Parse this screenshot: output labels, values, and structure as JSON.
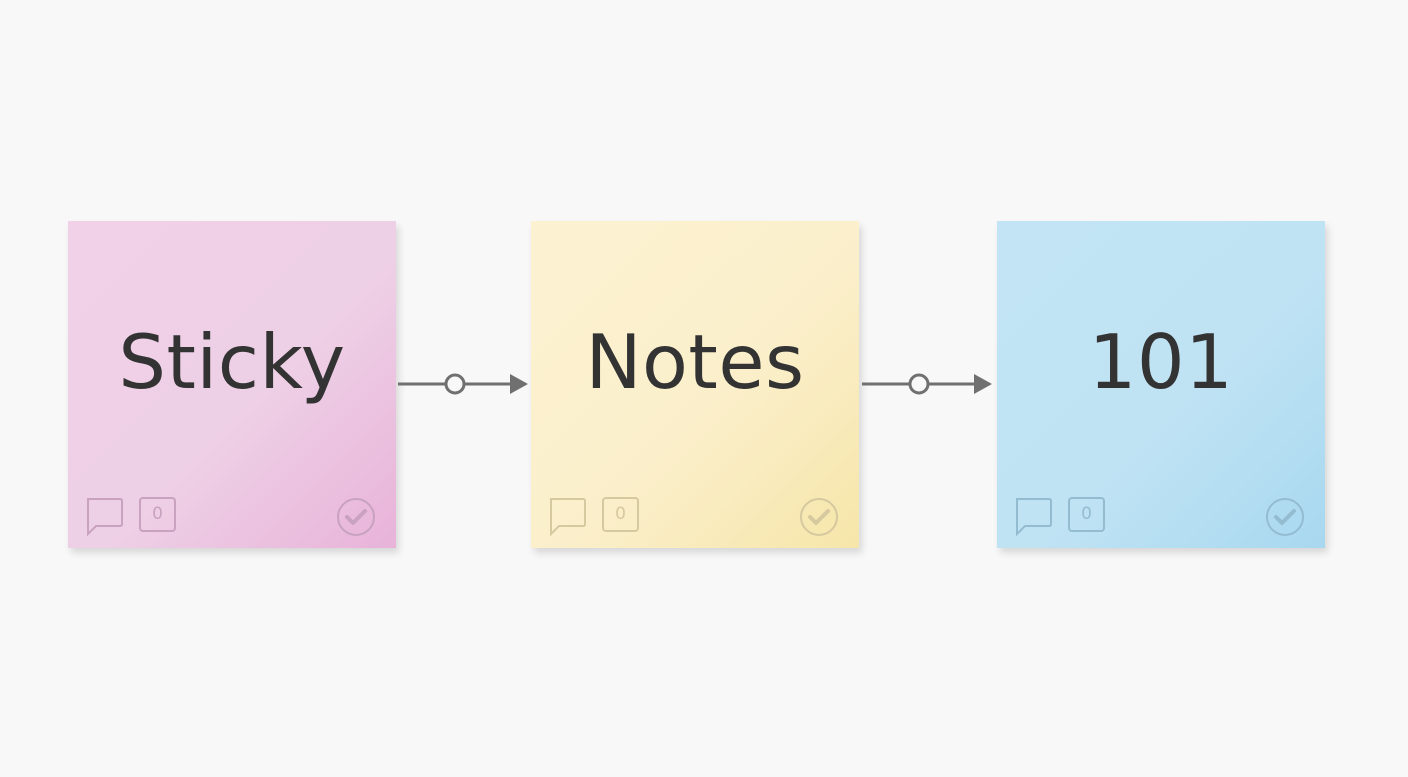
{
  "board": {
    "background": "#f8f8f8",
    "notes": [
      {
        "text": "Sticky",
        "count": "0",
        "color_top": "#f0d1e8",
        "color_bottom": "#e8b3d9",
        "icon_color": "#c8a2bf",
        "icons": [
          "comment-icon",
          "count-badge",
          "check-circle-icon"
        ]
      },
      {
        "text": "Notes",
        "count": "0",
        "color_top": "#fcf2d2",
        "color_bottom": "#f6e6a9",
        "icon_color": "#d6c89f",
        "icons": [
          "comment-icon",
          "count-badge",
          "check-circle-icon"
        ]
      },
      {
        "text": "101",
        "count": "0",
        "color_top": "#c2e4f5",
        "color_bottom": "#a8d8ef",
        "icon_color": "#93bcd1",
        "icons": [
          "comment-icon",
          "count-badge",
          "check-circle-icon"
        ]
      }
    ],
    "connectors": [
      {
        "from": "Sticky",
        "to": "Notes",
        "color": "#707070"
      },
      {
        "from": "Notes",
        "to": "101",
        "color": "#707070"
      }
    ]
  }
}
